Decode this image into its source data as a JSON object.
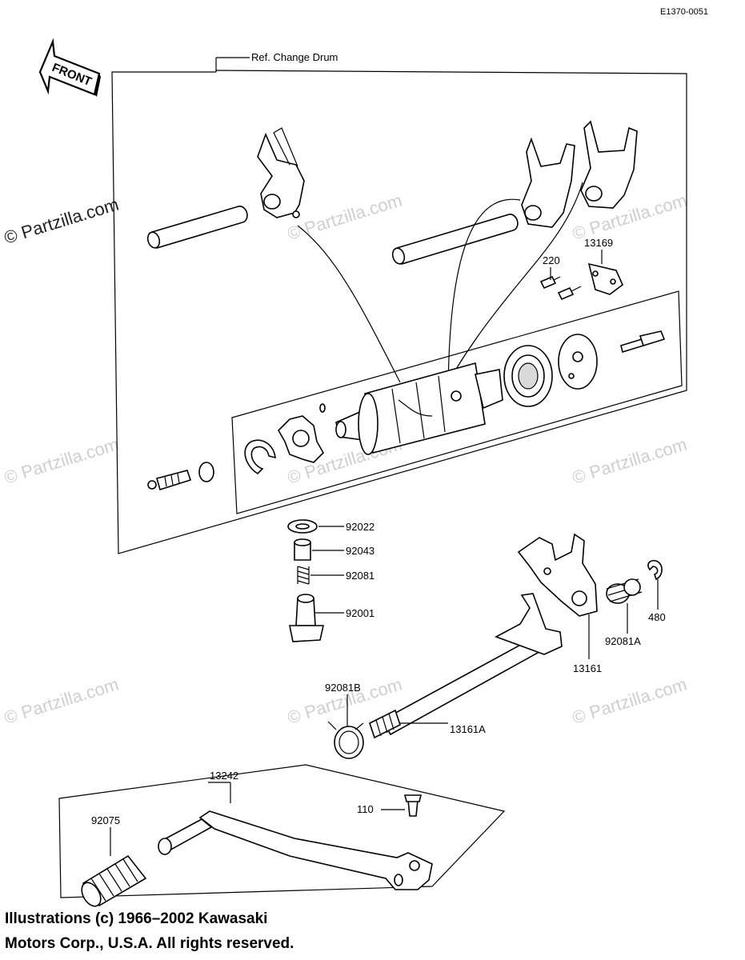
{
  "diagram": {
    "code": "E1370-0051",
    "front_label": "FRONT",
    "ref_label": "Ref.  Change Drum",
    "part_labels": [
      {
        "id": "13169",
        "text": "13169"
      },
      {
        "id": "220",
        "text": "220"
      },
      {
        "id": "92022",
        "text": "92022"
      },
      {
        "id": "92043",
        "text": "92043"
      },
      {
        "id": "92081",
        "text": "92081"
      },
      {
        "id": "92001",
        "text": "92001"
      },
      {
        "id": "480",
        "text": "480"
      },
      {
        "id": "92081A",
        "text": "92081A"
      },
      {
        "id": "13161",
        "text": "13161"
      },
      {
        "id": "92081B",
        "text": "92081B"
      },
      {
        "id": "13161A",
        "text": "13161A"
      },
      {
        "id": "13242",
        "text": "13242"
      },
      {
        "id": "110",
        "text": "110"
      },
      {
        "id": "92075",
        "text": "92075"
      }
    ],
    "watermark": "© Partzilla.com"
  },
  "copyright": {
    "line1": "Illustrations (c) 1966–2002 Kawasaki",
    "line2": "Motors Corp., U.S.A.  All rights reserved."
  }
}
